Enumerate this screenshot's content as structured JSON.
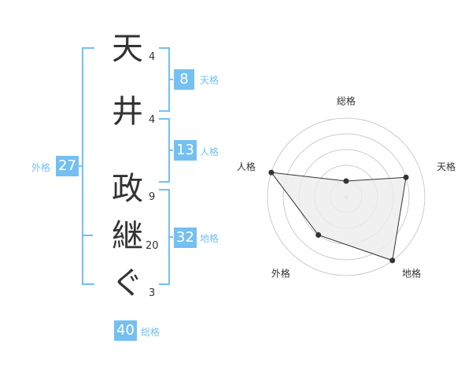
{
  "colors": {
    "accent": "#74c0f0",
    "text": "#333333",
    "grid": "#cccccc",
    "fill": "#ececec",
    "line": "#333333"
  },
  "name": {
    "chars": [
      {
        "char": "天",
        "strokes": "4"
      },
      {
        "char": "井",
        "strokes": "4"
      },
      {
        "char": "政",
        "strokes": "9"
      },
      {
        "char": "継",
        "strokes": "20"
      },
      {
        "char": "ぐ",
        "strokes": "3"
      }
    ]
  },
  "kakusu": {
    "tenkaku": {
      "label": "天格",
      "value": "8"
    },
    "jinkaku": {
      "label": "人格",
      "value": "13"
    },
    "chikaku": {
      "label": "地格",
      "value": "32"
    },
    "gaikaku": {
      "label": "外格",
      "value": "27"
    },
    "soukaku": {
      "label": "総格",
      "value": "40"
    }
  },
  "chart_data": {
    "type": "radar",
    "axes": [
      "総格",
      "天格",
      "地格",
      "外格",
      "人格"
    ],
    "values": [
      1,
      4,
      5,
      3,
      5
    ],
    "max": 5,
    "rings": 5
  }
}
